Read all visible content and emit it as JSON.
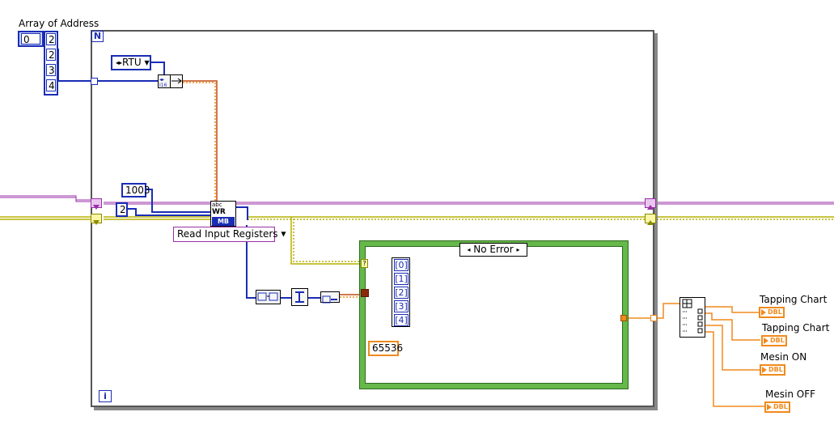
{
  "diagram": {
    "array_control": {
      "label": "Array of Address",
      "index": "0",
      "values": [
        "2",
        "2",
        "3",
        "4"
      ]
    },
    "loop": {
      "count_terminal": "N",
      "iteration_terminal": "i"
    },
    "mode_enum": "RTU",
    "constants": {
      "address": "1003",
      "count": "2",
      "divisor": "65536"
    },
    "function_ring": "Read Input Registers",
    "modbus_node": {
      "top_text": "abc",
      "middle_text": "WR",
      "bottom_text": "MB"
    },
    "case_selector": "No Error",
    "index_array_labels": [
      "[0]",
      "[1]",
      "[2]",
      "[3]",
      "[4]"
    ],
    "indicators": [
      {
        "label": "Tapping Chart",
        "type": "DBL"
      },
      {
        "label": "Tapping Chart",
        "type": "DBL"
      },
      {
        "label": "Mesin ON",
        "type": "DBL"
      },
      {
        "label": "Mesin OFF",
        "type": "DBL"
      }
    ],
    "tunnel_question": "?",
    "colors": {
      "integer_wire": "#1a2db5",
      "error_wire": "#c8c800",
      "refnum_wire": "#9b2fa8",
      "double_wire": "#f08a1c",
      "case_border": "#66b84a"
    }
  }
}
